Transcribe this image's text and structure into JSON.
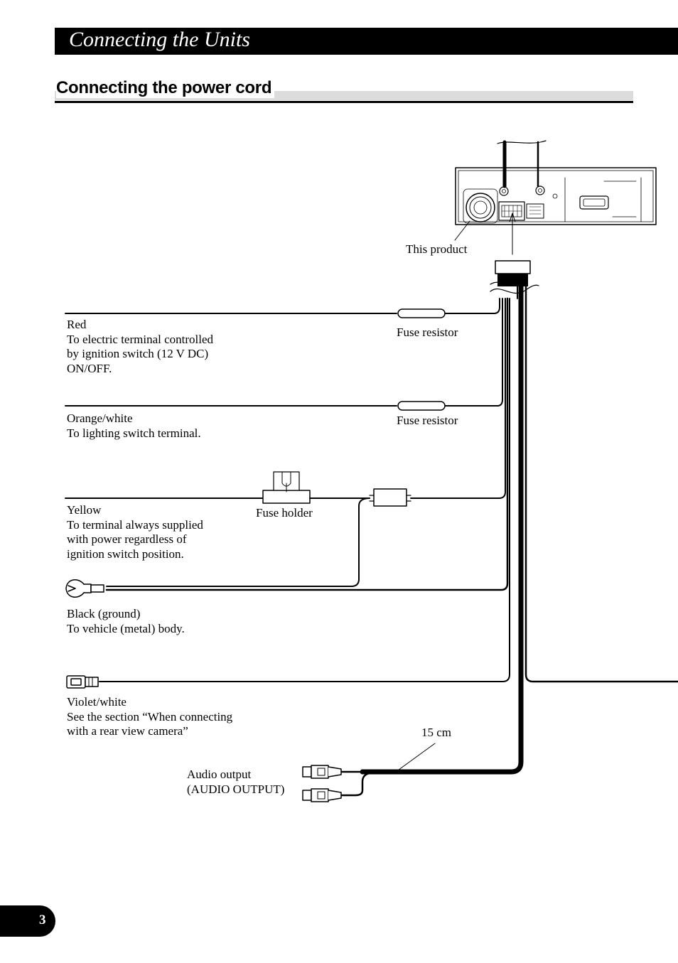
{
  "page": {
    "title": "Connecting the Units",
    "section_title": "Connecting the power cord",
    "page_number": "3"
  },
  "labels": {
    "this_product": "This product",
    "fuse_resistor_1": "Fuse resistor",
    "fuse_resistor_2": "Fuse resistor",
    "fuse_holder": "Fuse holder",
    "length": "15 cm"
  },
  "wires": {
    "red": {
      "color_name": "Red",
      "lines": [
        "To electric terminal controlled",
        "by ignition switch (12 V DC)",
        "ON/OFF."
      ]
    },
    "orange_white": {
      "color_name": "Orange/white",
      "lines": [
        "To lighting switch terminal."
      ]
    },
    "yellow": {
      "color_name": "Yellow",
      "lines": [
        "To terminal always supplied",
        "with power regardless of",
        "ignition switch position."
      ]
    },
    "black": {
      "color_name": "Black (ground)",
      "lines": [
        "To vehicle (metal) body."
      ]
    },
    "violet_white": {
      "color_name": "Violet/white",
      "lines": [
        "See the section “When connecting",
        "with a rear view camera”"
      ]
    },
    "audio": {
      "lines": [
        "Audio output",
        "(AUDIO OUTPUT)"
      ]
    }
  }
}
